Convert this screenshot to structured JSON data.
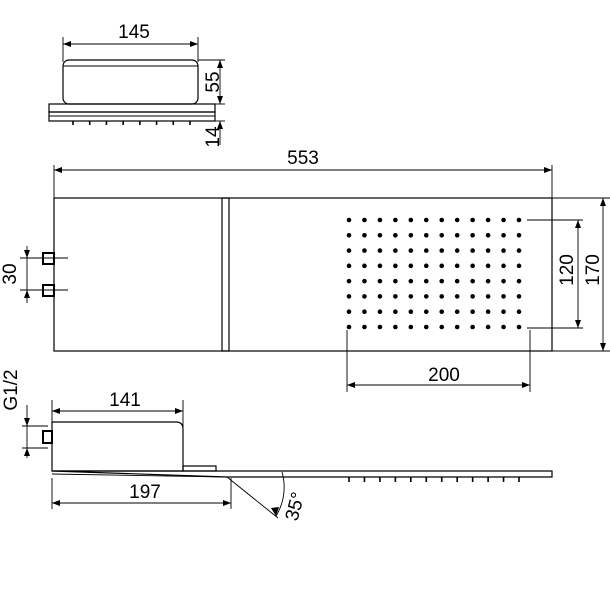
{
  "dimensions": {
    "top_width": "145",
    "top_height": "55",
    "top_plate": "14",
    "total_length": "553",
    "total_height": "170",
    "nozzle_height": "120",
    "nozzle_width": "200",
    "inlet_spacing": "30",
    "thread": "G1/2",
    "side_box_width": "141",
    "side_panel_width": "197",
    "tilt_angle": "35°"
  },
  "nozzle_grid": {
    "columns": 12,
    "rows": 8
  },
  "colors": {
    "line": "#000000",
    "background": "#ffffff"
  }
}
